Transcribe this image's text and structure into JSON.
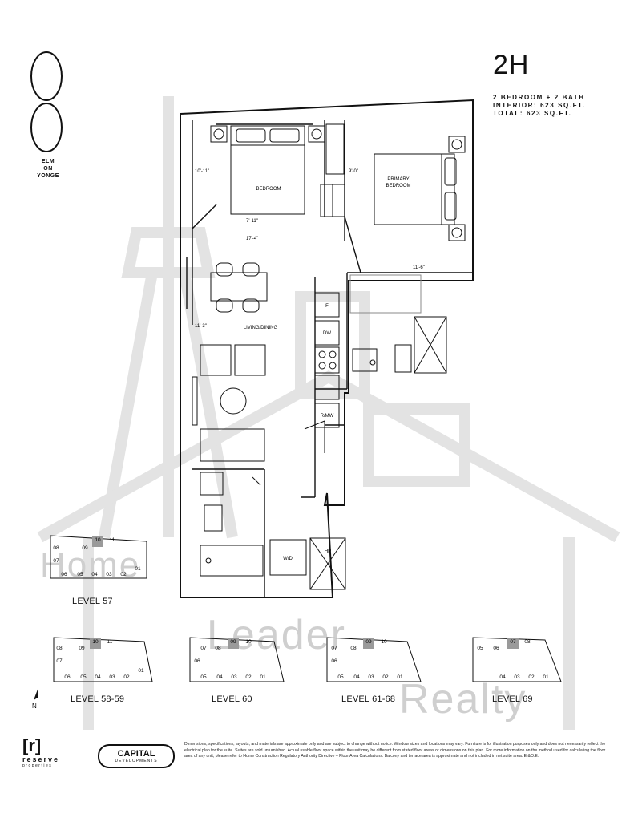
{
  "brand": {
    "logo_numeral": "8",
    "building_name_lines": [
      "ELM",
      "ON",
      "YONGE"
    ]
  },
  "unit": {
    "code": "2H",
    "line1": "2 BEDROOM + 2 BATH",
    "line2": "INTERIOR: 623 SQ.FT.",
    "line3": "TOTAL: 623 SQ.FT."
  },
  "rooms": {
    "bedroom": "BEDROOM",
    "primary_line1": "PRIMARY",
    "primary_line2": "BEDROOM",
    "living": "LIVING/DINING",
    "f": "F",
    "dw": "DW",
    "mw": "R/MW",
    "wd": "W/D",
    "hp": "HP"
  },
  "dimensions": {
    "bed_w": "10'-11\"",
    "bed_h1": "7'-11\"",
    "bed_h2": "17'-4\"",
    "primary_w": "9'-0\"",
    "primary_h": "11'-6\"",
    "living_w": "11'-3\""
  },
  "keyplans": [
    {
      "label": "LEVEL 57",
      "units": [
        "08",
        "09",
        "10",
        "11",
        "07",
        "06",
        "05",
        "04",
        "03",
        "02",
        "01"
      ]
    },
    {
      "label": "LEVEL 58-59",
      "units": [
        "08",
        "09",
        "10",
        "11",
        "07",
        "06",
        "05",
        "04",
        "03",
        "02",
        "01"
      ]
    },
    {
      "label": "LEVEL 60",
      "units": [
        "07",
        "08",
        "09",
        "10",
        "06",
        "05",
        "04",
        "03",
        "02",
        "01"
      ]
    },
    {
      "label": "LEVEL 61-68",
      "units": [
        "07",
        "08",
        "09",
        "10",
        "06",
        "05",
        "04",
        "03",
        "02",
        "01"
      ]
    },
    {
      "label": "LEVEL 69",
      "units": [
        "05",
        "06",
        "07",
        "08",
        "04",
        "03",
        "02",
        "01"
      ]
    }
  ],
  "north": "N",
  "watermark": {
    "line1": "Home",
    "line2": "Leader",
    "line3": "Realty"
  },
  "reserve": {
    "mark": "[r]",
    "name": "reserve",
    "sub": "properties"
  },
  "capital": {
    "line1": "CAPITAL",
    "line2": "DEVELOPMENTS"
  },
  "disclaimer": "Dimensions, specifications, layouts, and materials are approximate only and are subject to change without notice. Window sizes and locations may vary. Furniture is for illustration purposes only and does not necessarily reflect the electrical plan for the suite. Suites are sold unfurnished. Actual usable floor space within the unit may be different from stated floor areas or dimensions on this plan. For more information on the method used for calculating the floor area of any unit, please refer to Home Construction Regulatory Authority Directive – Floor Area Calculations. Balcony and terrace area is approximate and not included in net suite area. E.&O.E.",
  "colors": {
    "line": "#111111",
    "watermark": "#cfcfcf",
    "highlight": "#9a9a9a"
  }
}
